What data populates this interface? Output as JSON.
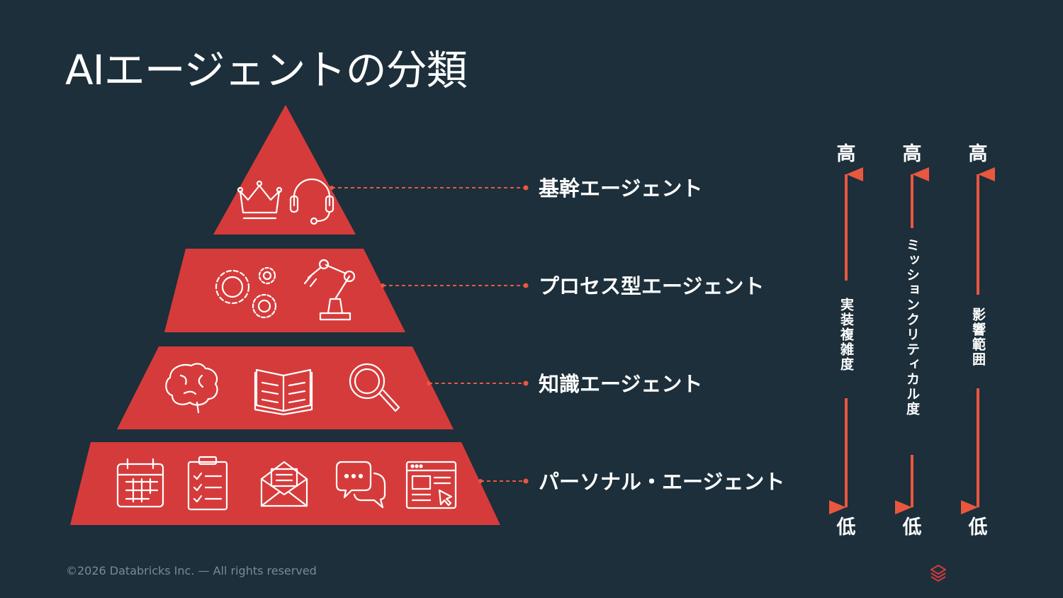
{
  "slide": {
    "title": "AIエージェントの分類",
    "footer": "©2026 Databricks Inc. — All rights reserved"
  },
  "colors": {
    "background": "#1c2f3a",
    "pyramid": "#d63b3b",
    "accent": "#e9573f",
    "text": "#ffffff",
    "footer": "#7a8a94"
  },
  "pyramid": {
    "tiers": [
      {
        "label": "基幹エージェント",
        "icons": [
          "crown-icon",
          "headset-icon"
        ]
      },
      {
        "label": "プロセス型エージェント",
        "icons": [
          "gears-icon",
          "robot-arm-icon"
        ]
      },
      {
        "label": "知識エージェント",
        "icons": [
          "brain-icon",
          "book-icon",
          "magnifier-icon"
        ]
      },
      {
        "label": "パーソナル・エージェント",
        "icons": [
          "calendar-icon",
          "checklist-icon",
          "envelope-icon",
          "chat-icon",
          "browser-window-icon"
        ]
      }
    ]
  },
  "axes": [
    {
      "top": "高",
      "label": "実装複雑度",
      "bottom": "低"
    },
    {
      "top": "高",
      "label": "ミッションクリティカル度",
      "bottom": "低"
    },
    {
      "top": "高",
      "label": "影響範囲",
      "bottom": "低"
    }
  ],
  "logo": {
    "icon": "databricks-logo-icon"
  }
}
